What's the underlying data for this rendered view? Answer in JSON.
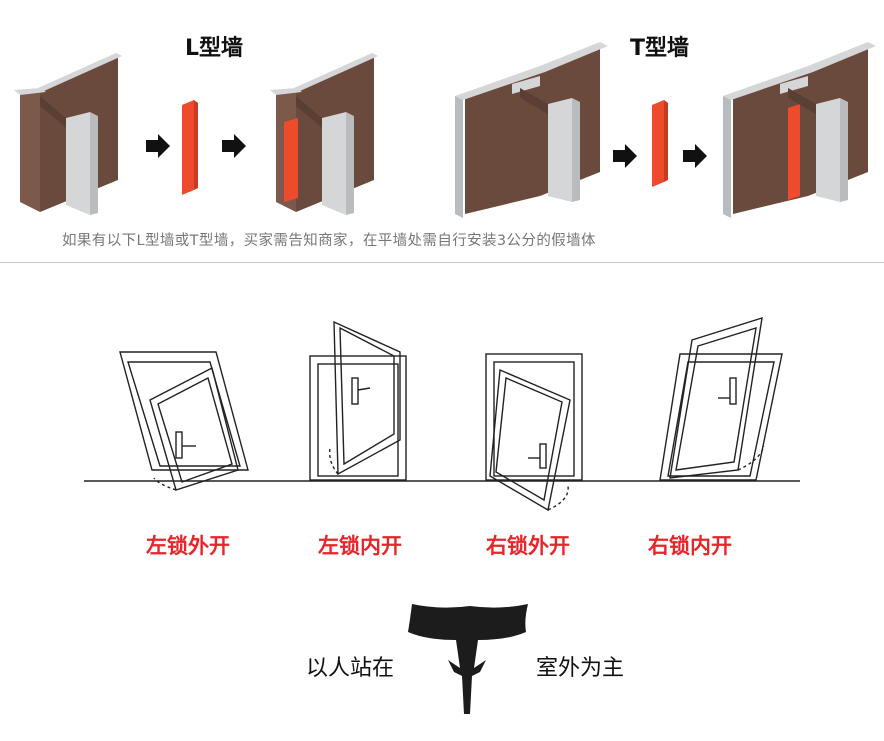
{
  "top": {
    "l_wall_title": "L型墙",
    "t_wall_title": "T型墙",
    "note": "如果有以下L型墙或T型墙，买家需告知商家，在平墙处需自行安装3公分的假墙体"
  },
  "door_types": [
    {
      "label": "左锁外开"
    },
    {
      "label": "左锁内开"
    },
    {
      "label": "右锁外开"
    },
    {
      "label": "右锁内开"
    }
  ],
  "footer": {
    "left_text": "以人站在",
    "right_text": "室外为主"
  },
  "colors": {
    "wall_brown": "#6b4a3e",
    "wall_edge": "#d4d6d8",
    "filler_red": "#ee4a2c",
    "label_red": "#e8262a"
  }
}
